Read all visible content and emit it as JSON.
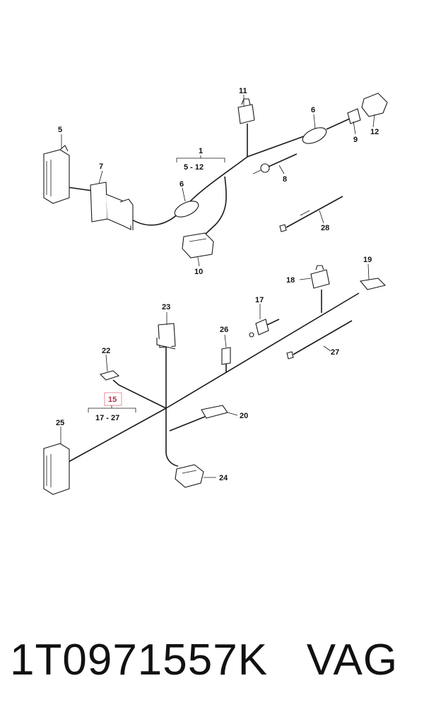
{
  "diagram": {
    "labels": {
      "l1": "1",
      "l1_range": "5 - 12",
      "l5": "5",
      "l6a": "6",
      "l6b": "6",
      "l7": "7",
      "l8": "8",
      "l9": "9",
      "l10": "10",
      "l11": "11",
      "l12": "12",
      "l28": "28",
      "l15": "15",
      "l15_range": "17 - 27",
      "l17": "17",
      "l18": "18",
      "l19": "19",
      "l20": "20",
      "l22": "22",
      "l23": "23",
      "l24": "24",
      "l25": "25",
      "l26": "26",
      "l27": "27"
    },
    "highlight_color": "#e8a0b0"
  },
  "footer": {
    "part_number": "1T0971557K",
    "brand": "VAG"
  }
}
